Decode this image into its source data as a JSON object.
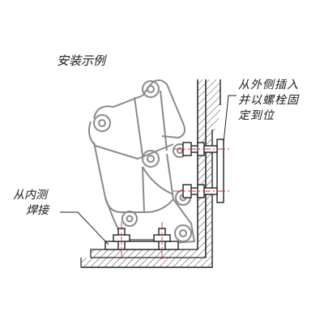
{
  "title": "安装示例",
  "notes": {
    "outside_insert": [
      "从外侧插入",
      "并以螺栓固",
      "定到位"
    ],
    "inside_weld": [
      "从内测",
      "焊接"
    ]
  },
  "colors": {
    "line": "#222222",
    "ghost": "#8a8a8a",
    "centerline": "#e03030",
    "hatch": "#444444"
  }
}
